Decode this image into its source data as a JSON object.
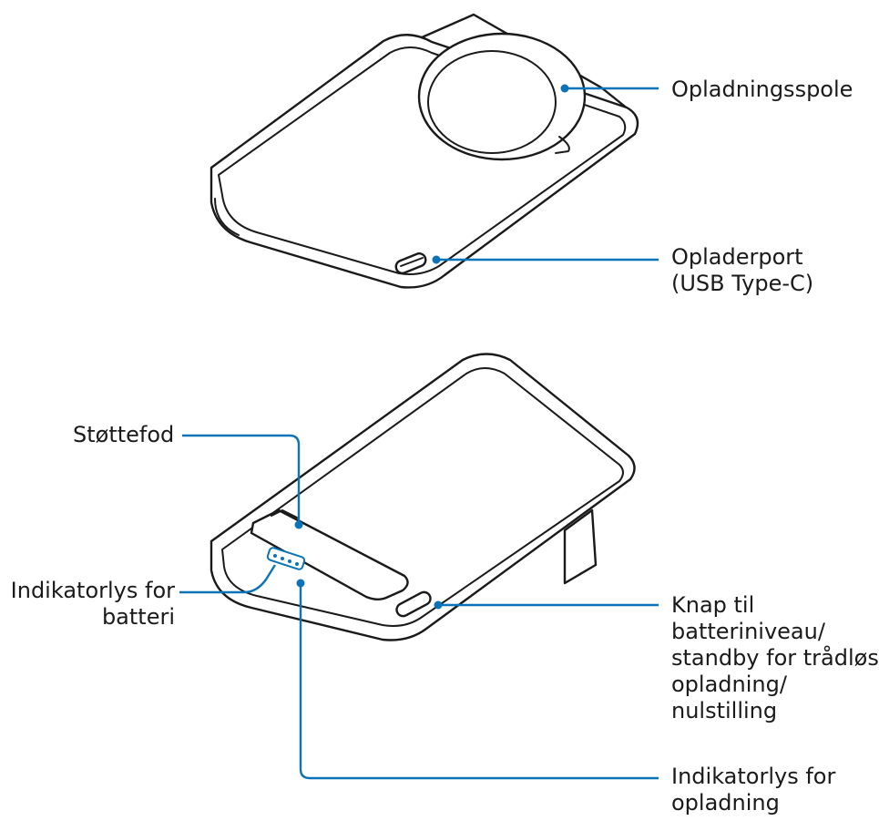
{
  "callouts": {
    "charging_coil": "Opladningsspole",
    "charger_port": [
      "Opladerport",
      "(USB Type-C)"
    ],
    "kickstand": "Støttefod",
    "battery_indicator": [
      "Indikatorlys for",
      "batteri"
    ],
    "battery_button": [
      "Knap til",
      "batteriniveau/",
      "standby for trådløs",
      "opladning/",
      "nulstilling"
    ],
    "charging_indicator": [
      "Indikatorlys for",
      "opladning"
    ]
  },
  "colors": {
    "leader": "#0b73b8",
    "outline": "#1a1a1a",
    "background": "#ffffff"
  }
}
